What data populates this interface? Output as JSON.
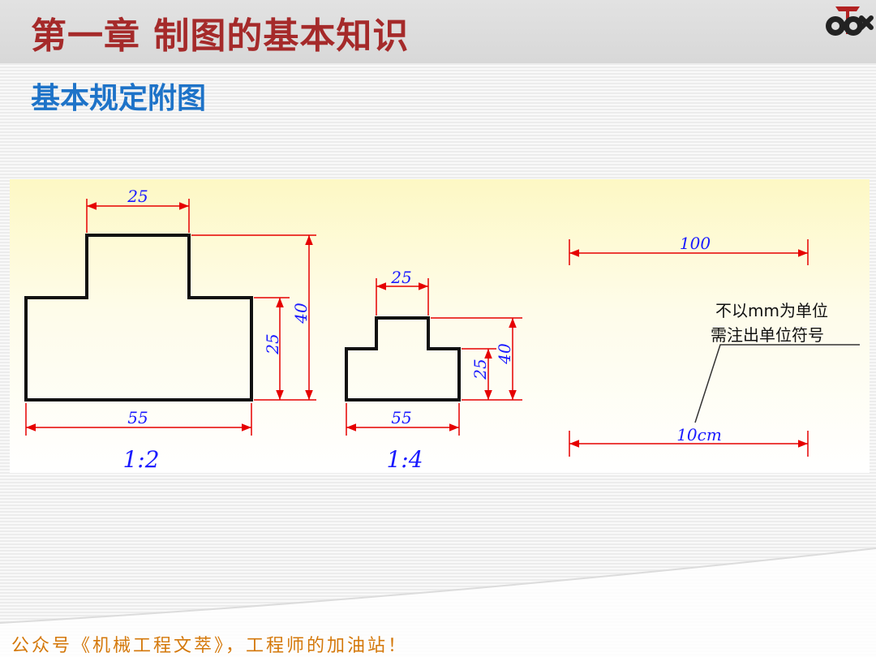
{
  "header": {
    "chapter_title": "第一章  制图的基本知识"
  },
  "subtitle": "基本规定附图",
  "colors": {
    "title": "#a52a2a",
    "subtitle": "#1e73c8",
    "dimension": "#e60000",
    "dim_text": "#1a1aff",
    "footer": "#d4780a"
  },
  "logo_icon": "gear-wrench-logo-icon",
  "figure_large": {
    "dim_top": "25",
    "dim_right_inner": "25",
    "dim_right_outer": "40",
    "dim_bottom": "55",
    "scale": "1:2"
  },
  "figure_small": {
    "dim_top": "25",
    "dim_right_inner": "25",
    "dim_right_outer": "40",
    "dim_bottom": "55",
    "scale": "1:4"
  },
  "units_demo": {
    "dim_mm": "100",
    "dim_cm": "10cm",
    "note_line1": "不以mm为单位",
    "note_line2": "需注出单位符号"
  },
  "footer": {
    "text": "公众号《机械工程文萃》，工程师的加油站！"
  }
}
